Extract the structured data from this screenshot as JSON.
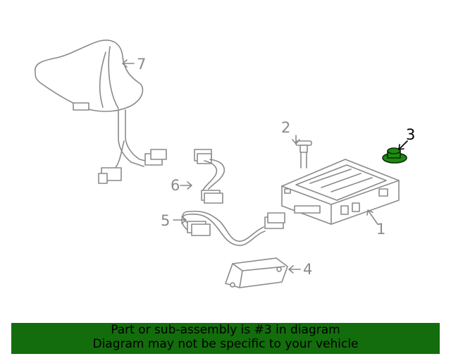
{
  "callouts": {
    "c1": "1",
    "c2": "2",
    "c3": "3",
    "c4": "4",
    "c5": "5",
    "c6": "6",
    "c7": "7"
  },
  "highlighted_part": "3",
  "colors": {
    "line": "#8a8a8a",
    "highlight_fill": "#1e8a12",
    "banner_bg": "#136d0c"
  },
  "banner": {
    "line1": "Part or sub-assembly is #3 in diagram",
    "line2": "Diagram may not be specific to your vehicle"
  }
}
